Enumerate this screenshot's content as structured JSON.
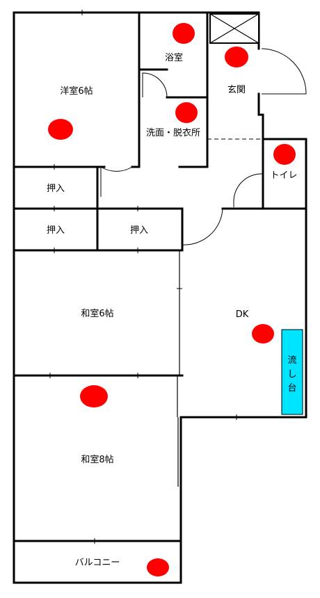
{
  "rooms": {
    "western_room": "洋室6帖",
    "bath": "浴室",
    "entrance": "玄関",
    "washroom": "洗面・脱衣所",
    "toilet": "トイレ",
    "closet_1": "押入",
    "closet_2": "押入",
    "closet_3": "押入",
    "japanese_6": "和室6帖",
    "dk": "DK",
    "japanese_8": "和室8帖",
    "balcony": "バルコニー",
    "sink": "流し台"
  },
  "colors": {
    "marker": "#ff0000",
    "sink": "#00e5ff",
    "wall": "#000000"
  }
}
